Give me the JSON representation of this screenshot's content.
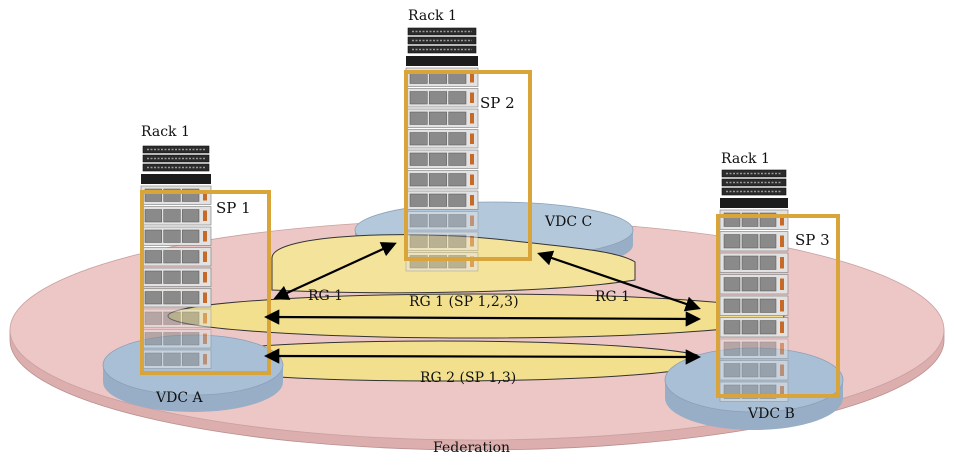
{
  "federation": {
    "label": "Federation",
    "color": "#ecc7c5"
  },
  "vdcs": [
    {
      "id": "a",
      "label": "VDC  A",
      "color": "#a9bfd6"
    },
    {
      "id": "b",
      "label": "VDC  B",
      "color": "#a9bfd6"
    },
    {
      "id": "c",
      "label": "VDC  C",
      "color": "#a9bfd6"
    }
  ],
  "racks": [
    {
      "id": "left",
      "label": "Rack 1"
    },
    {
      "id": "center",
      "label": "Rack 1"
    },
    {
      "id": "right",
      "label": "Rack 1"
    }
  ],
  "storage_pools": [
    {
      "id": "sp1",
      "label": "SP 1"
    },
    {
      "id": "sp2",
      "label": "SP 2"
    },
    {
      "id": "sp3",
      "label": "SP 3"
    }
  ],
  "replication_groups": {
    "rg1_links": [
      {
        "id": "rg1-left",
        "label": "RG 1"
      },
      {
        "id": "rg1-right",
        "label": "RG 1"
      }
    ],
    "rg1_main": {
      "label": "RG 1 (SP 1,2,3)"
    },
    "rg2": {
      "label": "RG 2 (SP 1,3)"
    }
  },
  "colors": {
    "sp_border": "#d9a43a",
    "rg_fill": "#f4e39a",
    "rg_border": "#222222",
    "arrow": "#000000"
  }
}
